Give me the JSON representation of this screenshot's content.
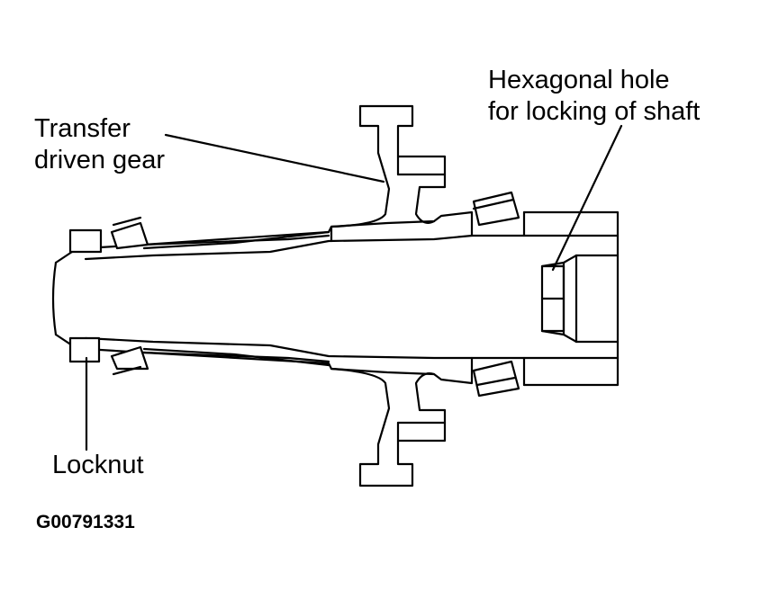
{
  "labels": {
    "transfer_gear": [
      "Transfer",
      "driven gear"
    ],
    "hex_hole": [
      "Hexagonal hole",
      "for locking of shaft"
    ],
    "locknut": "Locknut",
    "figure_code": "G00791331"
  }
}
